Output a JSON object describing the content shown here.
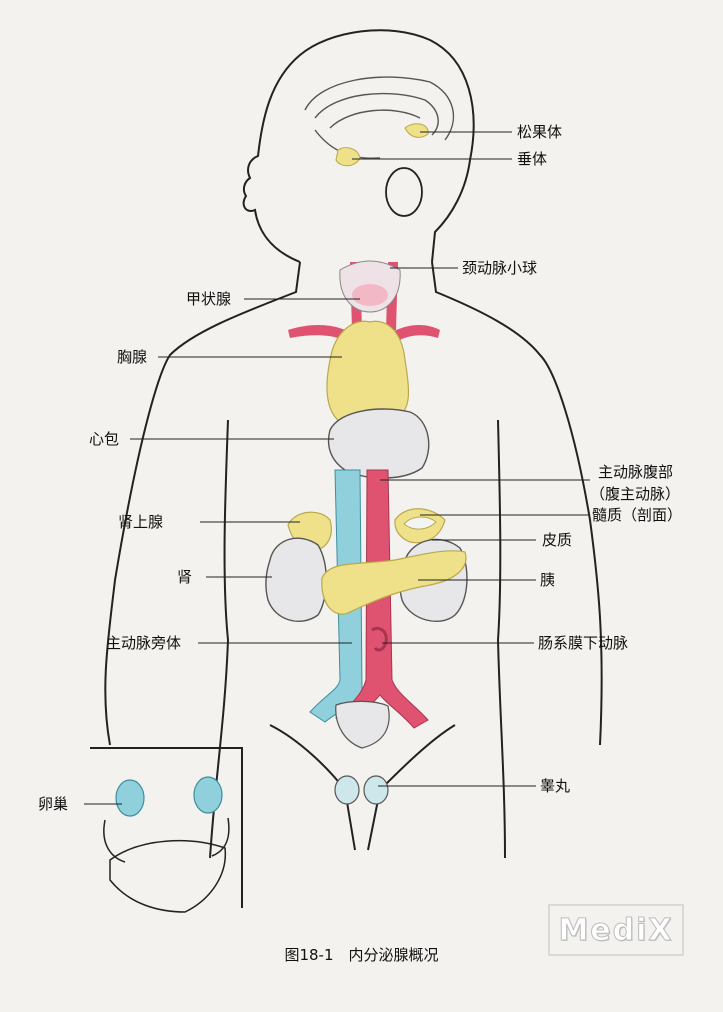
{
  "labels": {
    "pineal": "松果体",
    "pituitary": "垂体",
    "carotid_body": "颈动脉小球",
    "thyroid": "甲状腺",
    "thymus": "胸腺",
    "pericardium": "心包",
    "aorta_abdominal": "主动脉腹部",
    "aorta_abdominal_alt": "（腹主动脉）",
    "medulla": "髓质（剖面）",
    "adrenal": "肾上腺",
    "cortex": "皮质",
    "kidney": "肾",
    "pancreas": "胰",
    "paraaortic_body": "主动脉旁体",
    "mesenteric_artery": "肠系膜下动脉",
    "testis": "睾丸",
    "ovary": "卵巢"
  },
  "caption": "图18-1　内分泌腺概况",
  "watermark": "MediX",
  "colors": {
    "outline": "#222222",
    "gland_yellow": "#efe08a",
    "artery_red": "#df5270",
    "vein_blue": "#8fd0dc",
    "organ_gray": "#e7e7e9",
    "background": "#f4f2ee"
  }
}
